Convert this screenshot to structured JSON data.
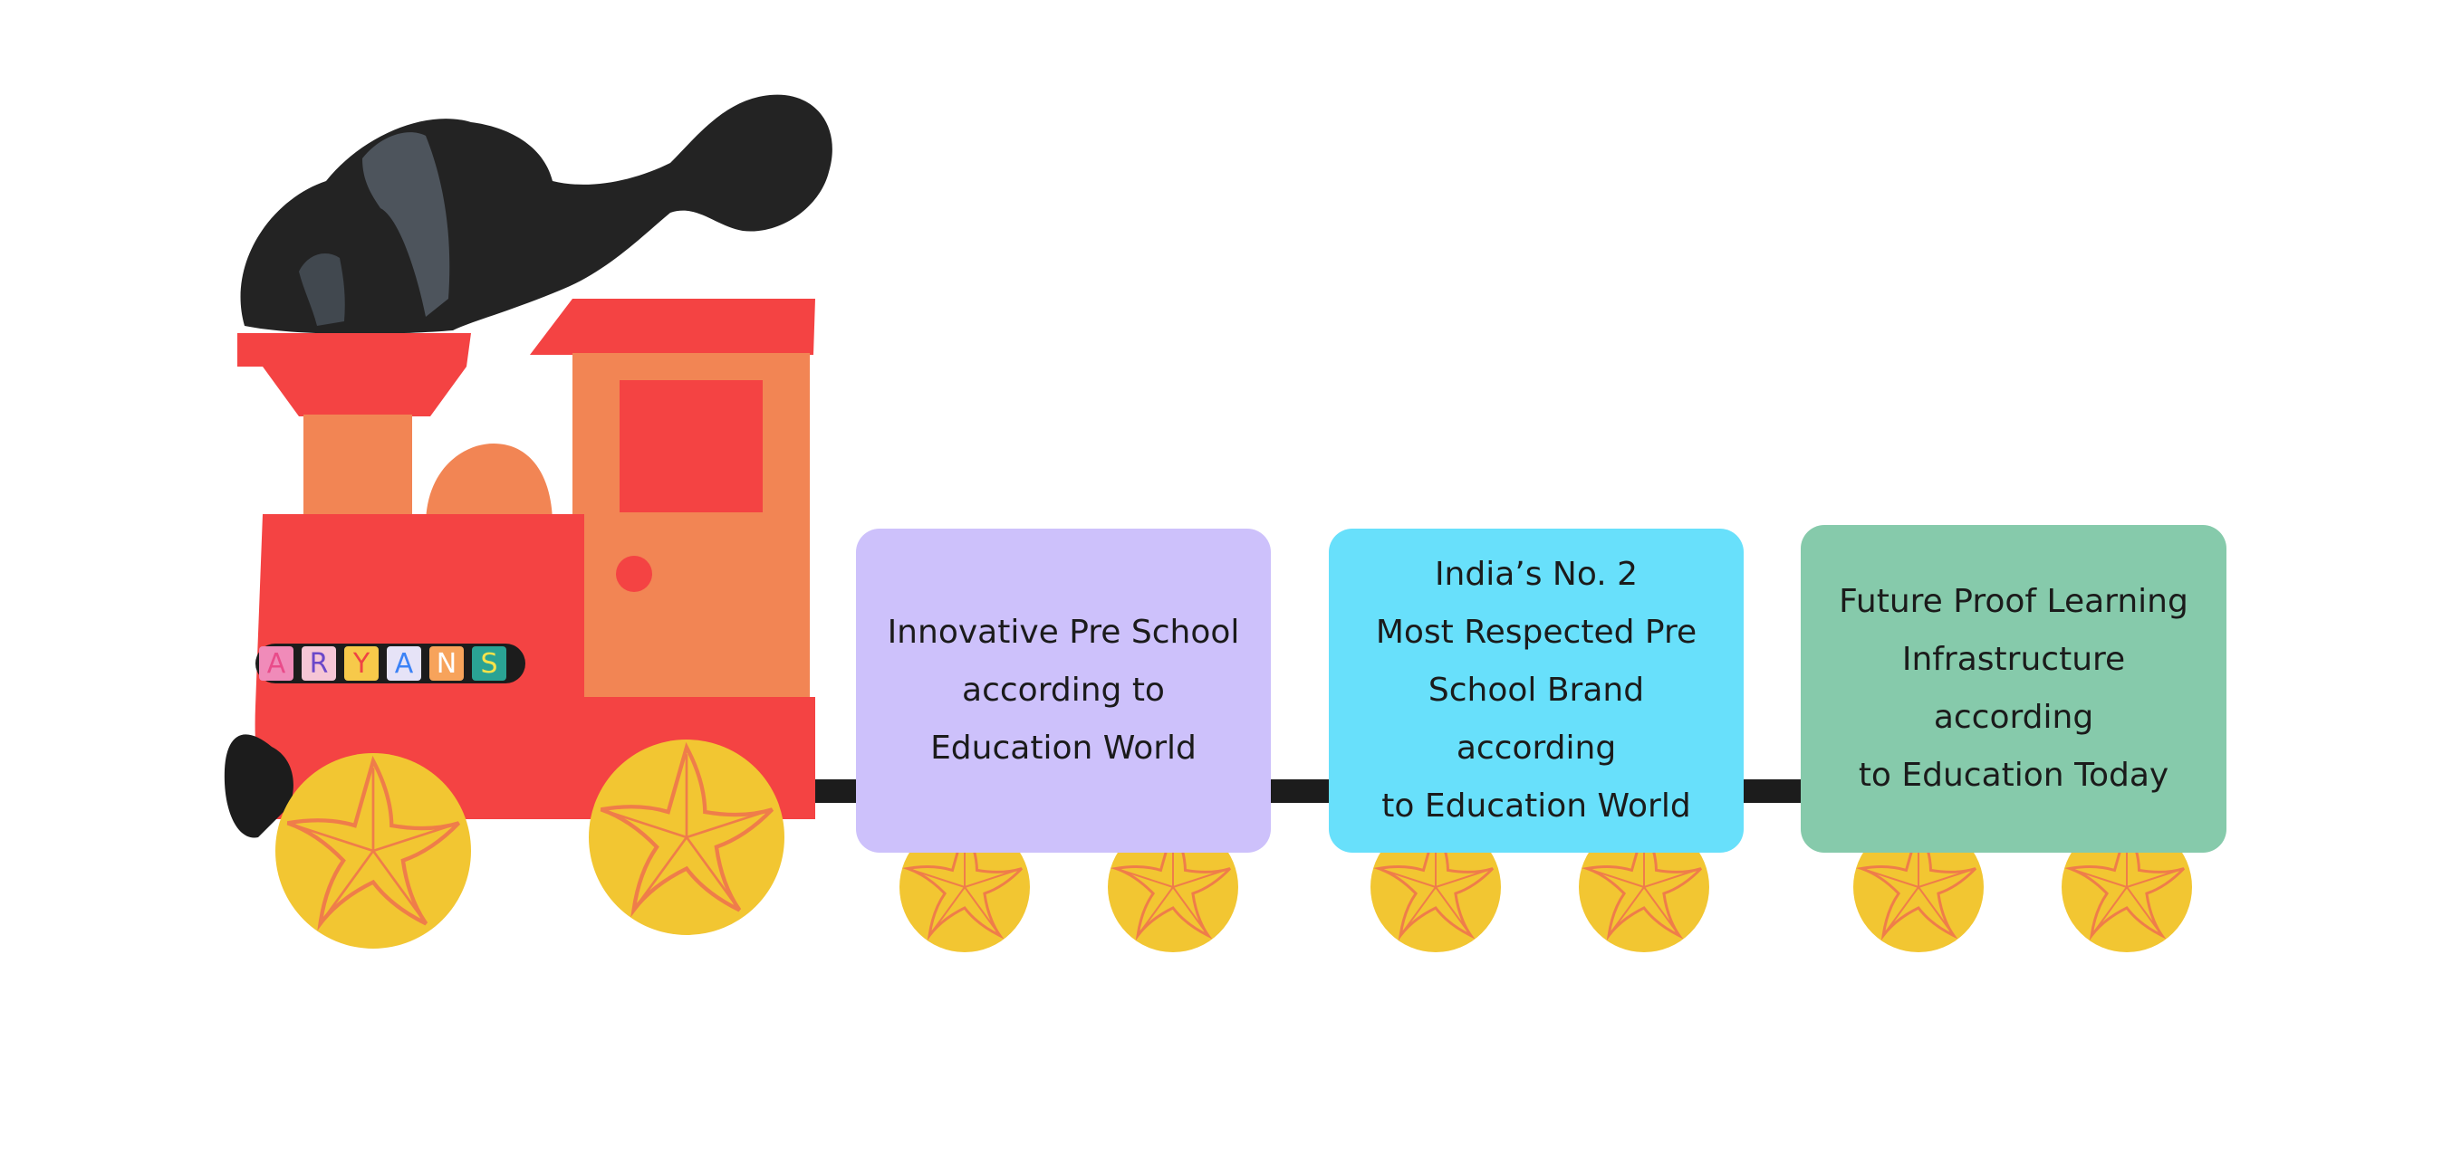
{
  "brand": {
    "letters": [
      {
        "char": "A",
        "bg": "#f08bb9",
        "fg": "#e94c8a"
      },
      {
        "char": "R",
        "bg": "#f6c6d6",
        "fg": "#6b48c9"
      },
      {
        "char": "Y",
        "bg": "#f7c94a",
        "fg": "#ef4444"
      },
      {
        "char": "A",
        "bg": "#e6e3f7",
        "fg": "#3b82f6"
      },
      {
        "char": "N",
        "bg": "#f7a35b",
        "fg": "#ffffff"
      },
      {
        "char": "S",
        "bg": "#2aa394",
        "fg": "#f7e34a"
      }
    ]
  },
  "wagons": [
    {
      "lines": [
        "Innovative Pre School",
        "according to",
        "Education World"
      ]
    },
    {
      "lines": [
        "India’s No. 2",
        "Most Respected Pre",
        "School Brand according",
        "to Education World"
      ]
    },
    {
      "lines": [
        "Future Proof Learning",
        "Infrastructure according",
        "to Education Today"
      ]
    }
  ],
  "colors": {
    "engine_red": "#f44343",
    "engine_orange": "#f28554",
    "smoke": "#232323",
    "wheel": "#f2c632",
    "wheel_pattern": "#ef7d4a",
    "coupler": "#1c1c1c",
    "wagon_1": "#cdc1fb",
    "wagon_2": "#68e0fb",
    "wagon_3": "#86caab"
  }
}
